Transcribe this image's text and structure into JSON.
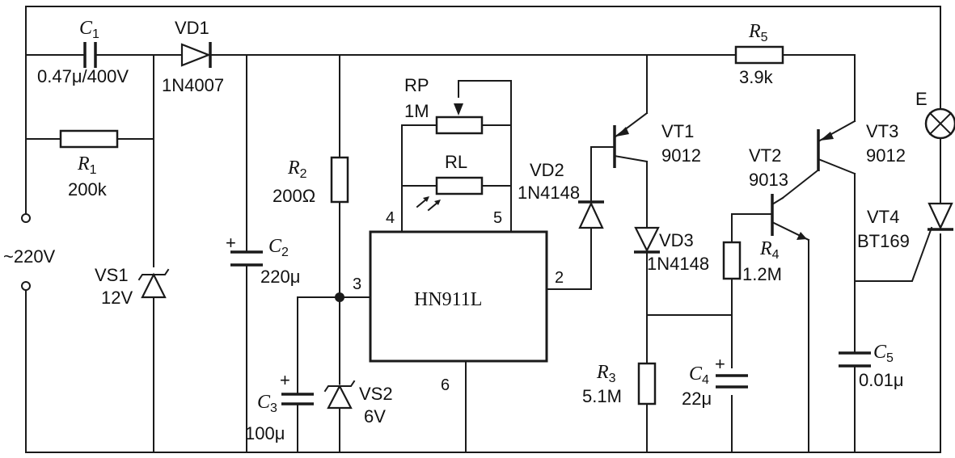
{
  "components": {
    "c1": {
      "ref": "C",
      "sub": "1",
      "value": "0.47μ/400V"
    },
    "vd1": {
      "ref": "VD1",
      "value": "1N4007"
    },
    "r1": {
      "ref": "R",
      "sub": "1",
      "value": "200k"
    },
    "source": {
      "label": "~220V"
    },
    "vs1": {
      "ref": "VS1",
      "value": "12V"
    },
    "c2": {
      "ref": "C",
      "sub": "2",
      "value": "220μ",
      "polarity": "+"
    },
    "r2": {
      "ref": "R",
      "sub": "2",
      "value": "200Ω"
    },
    "c3": {
      "ref": "C",
      "sub": "3",
      "value": "100μ",
      "polarity": "+"
    },
    "vs2": {
      "ref": "VS2",
      "value": "6V"
    },
    "rp": {
      "ref": "RP",
      "value": "1M"
    },
    "rl": {
      "ref": "RL"
    },
    "ic": {
      "name": "HN911L",
      "pins": {
        "p2": "2",
        "p3": "3",
        "p4": "4",
        "p5": "5",
        "p6": "6"
      }
    },
    "vd2": {
      "ref": "VD2",
      "value": "1N4148"
    },
    "vt1": {
      "ref": "VT1",
      "value": "9012"
    },
    "vd3": {
      "ref": "VD3",
      "value": "1N4148"
    },
    "r3": {
      "ref": "R",
      "sub": "3",
      "value": "5.1M"
    },
    "r5": {
      "ref": "R",
      "sub": "5",
      "value": "3.9k"
    },
    "vt2": {
      "ref": "VT2",
      "value": "9013"
    },
    "r4": {
      "ref": "R",
      "sub": "4",
      "value": "1.2M"
    },
    "c4": {
      "ref": "C",
      "sub": "4",
      "value": "22μ",
      "polarity": "+"
    },
    "vt3": {
      "ref": "VT3",
      "value": "9012"
    },
    "lamp": {
      "ref": "E"
    },
    "vt4": {
      "ref": "VT4",
      "value": "BT169"
    },
    "c5": {
      "ref": "C",
      "sub": "5",
      "value": "0.01μ"
    }
  }
}
